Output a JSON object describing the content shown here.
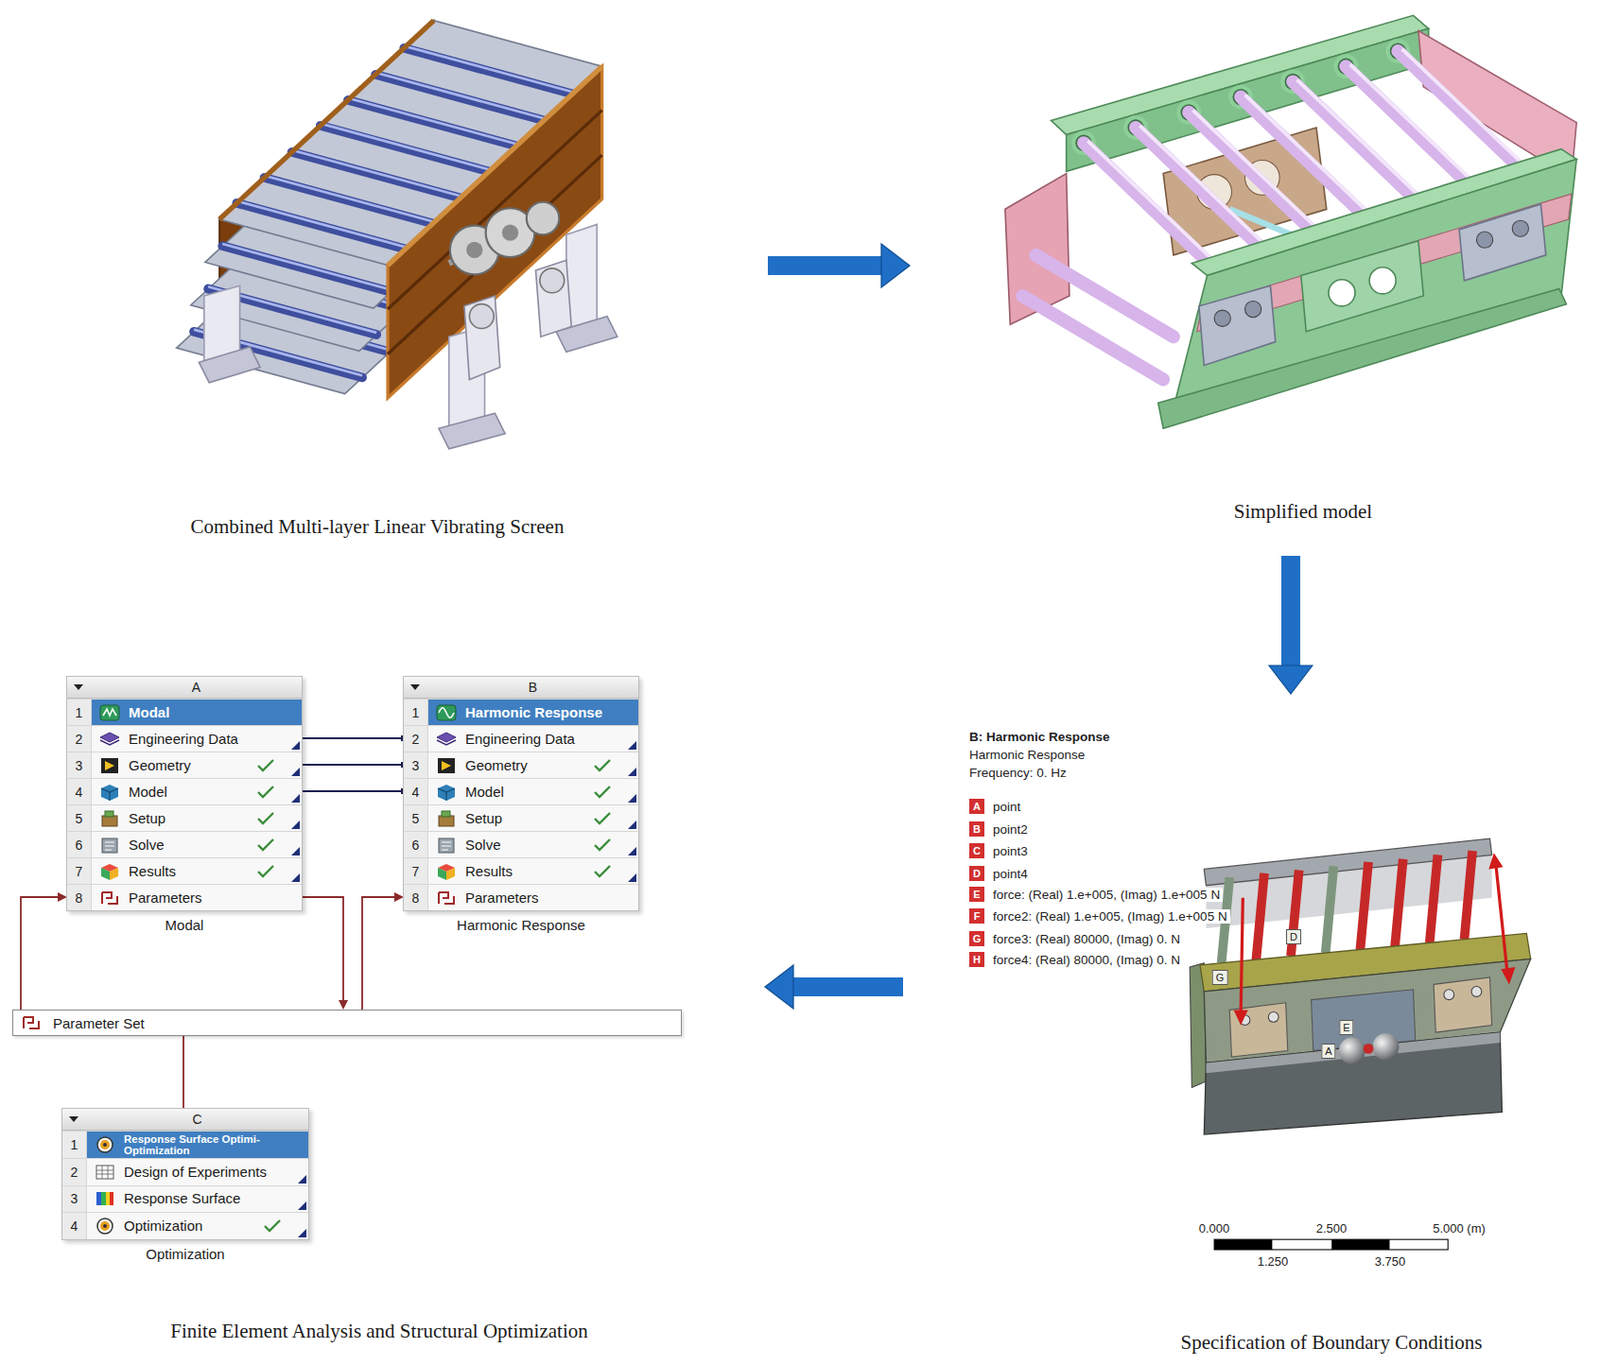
{
  "diagram": {
    "nodes": [
      {
        "text": [
          "Combined Multi-layer Linear Vibrating Screen"
        ]
      },
      {
        "text": [
          "Simplified model"
        ]
      },
      {
        "text": [
          "Specification of Boundary Conditions"
        ]
      },
      {
        "text": [
          "Finite Element Analysis and Structural Optimization"
        ]
      },
      {
        "text": [
          "A",
          "Modal"
        ],
        "in": 3
      },
      {
        "text": [
          "1",
          "Modal"
        ],
        "in": 4
      },
      {
        "text": [
          "2",
          "Engineering Data"
        ],
        "in": 4
      },
      {
        "text": [
          "3",
          "Geometry"
        ],
        "in": 4
      },
      {
        "text": [
          "4",
          "Model"
        ],
        "in": 4
      },
      {
        "text": [
          "5",
          "Setup"
        ],
        "in": 4
      },
      {
        "text": [
          "6",
          "Solve"
        ],
        "in": 4
      },
      {
        "text": [
          "7",
          "Results"
        ],
        "in": 4
      },
      {
        "text": [
          "8",
          "Parameters"
        ],
        "in": 4
      },
      {
        "text": [
          "B",
          "Harmonic Response"
        ],
        "in": 3
      },
      {
        "text": [
          "1",
          "Harmonic Response"
        ],
        "in": 13
      },
      {
        "text": [
          "2",
          "Engineering Data"
        ],
        "in": 13
      },
      {
        "text": [
          "3",
          "Geometry"
        ],
        "in": 13
      },
      {
        "text": [
          "4",
          "Model"
        ],
        "in": 13
      },
      {
        "text": [
          "5",
          "Setup"
        ],
        "in": 13
      },
      {
        "text": [
          "6",
          "Solve"
        ],
        "in": 13
      },
      {
        "text": [
          "7",
          "Results"
        ],
        "in": 13
      },
      {
        "text": [
          "8",
          "Parameters"
        ],
        "in": 13
      },
      {
        "text": [
          "Parameter Set"
        ],
        "in": 3
      },
      {
        "text": [
          "C",
          "Optimization"
        ],
        "in": 3
      },
      {
        "text": [
          "1",
          "Response Surface Optimi- Optimization"
        ],
        "in": 23
      },
      {
        "text": [
          "2",
          "Design of Experiments"
        ],
        "in": 23
      },
      {
        "text": [
          "3",
          "Response Surface"
        ],
        "in": 23
      },
      {
        "text": [
          "4",
          "Optimization"
        ],
        "in": 23
      }
    ],
    "edges": [
      {
        "from": 0,
        "to": 1,
        "arrow": "to"
      },
      {
        "from": 1,
        "to": 2,
        "arrow": "to"
      },
      {
        "from": 2,
        "to": 3,
        "arrow": "to"
      },
      {
        "from": 6,
        "to": 15,
        "arrow": "none"
      },
      {
        "from": 7,
        "to": 16,
        "arrow": "none"
      },
      {
        "from": 8,
        "to": 17,
        "arrow": "none"
      },
      {
        "from": 12,
        "to": 22,
        "arrow": "to"
      },
      {
        "from": 22,
        "to": 12,
        "arrow": "to"
      },
      {
        "from": 22,
        "to": 21,
        "arrow": "to"
      },
      {
        "from": 22,
        "to": 23,
        "arrow": "none"
      }
    ],
    "labels": [
      "B: Harmonic Response",
      "Harmonic Response",
      "Frequency: 0. Hz",
      "A",
      "B",
      "C",
      "D",
      "E",
      "F",
      "G",
      "H",
      "D",
      "G",
      "E",
      "A",
      "0.000",
      "2.500",
      "5.000 (m)",
      "1.250",
      "3.750"
    ],
    "legend": [
      {
        "text": "point",
        "color": "#d32f2f"
      },
      {
        "text": "point2",
        "color": "#d32f2f"
      },
      {
        "text": "point3",
        "color": "#d32f2f"
      },
      {
        "text": "point4",
        "color": "#d32f2f"
      },
      {
        "text": "force: (Real) 1.e+005, (Imag) 1.e+005 N",
        "color": "#d32f2f"
      },
      {
        "text": "force2: (Real) 1.e+005, (Imag) 1.e+005 N",
        "color": "#d32f2f"
      },
      {
        "text": "force3: (Real) 80000, (Imag) 0. N",
        "color": "#d32f2f"
      },
      {
        "text": "force4: (Real) 80000, (Imag) 0. N",
        "color": "#d32f2f"
      }
    ]
  }
}
